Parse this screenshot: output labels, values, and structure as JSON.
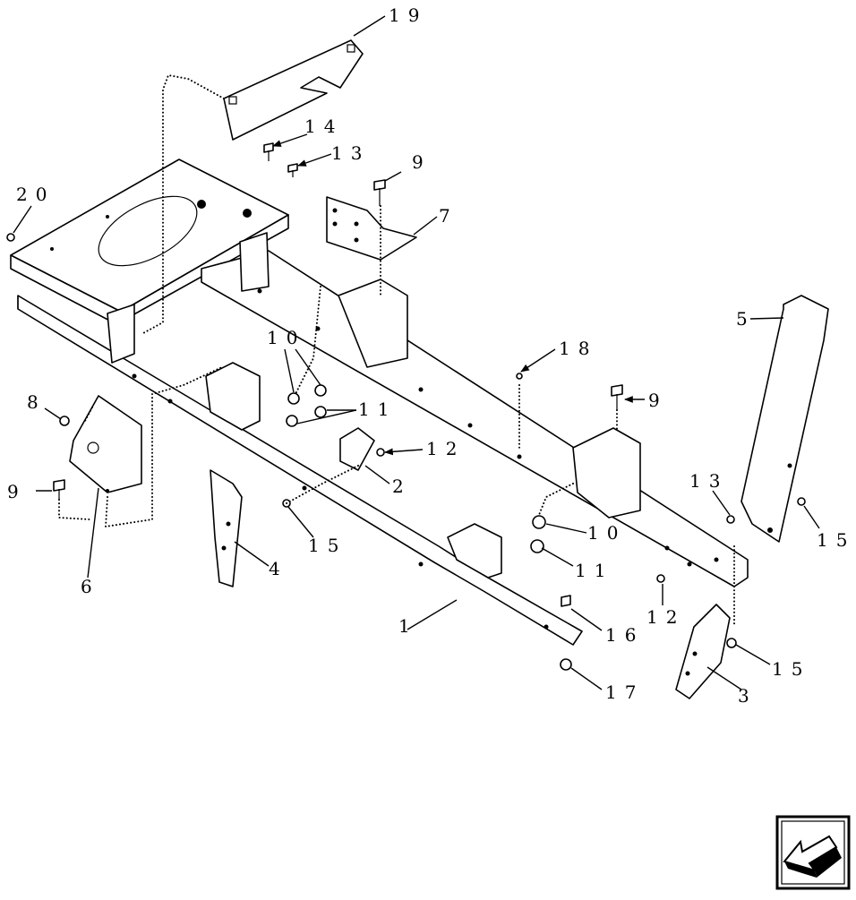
{
  "diagram": {
    "callouts": [
      "19",
      "14",
      "13",
      "9",
      "7",
      "20",
      "10",
      "18",
      "9",
      "5",
      "8",
      "11",
      "12",
      "9",
      "13",
      "2",
      "10",
      "15",
      "15",
      "11",
      "6",
      "4",
      "12",
      "1",
      "16",
      "15",
      "17",
      "3"
    ]
  },
  "nav_icon": "back-arrow-icon"
}
